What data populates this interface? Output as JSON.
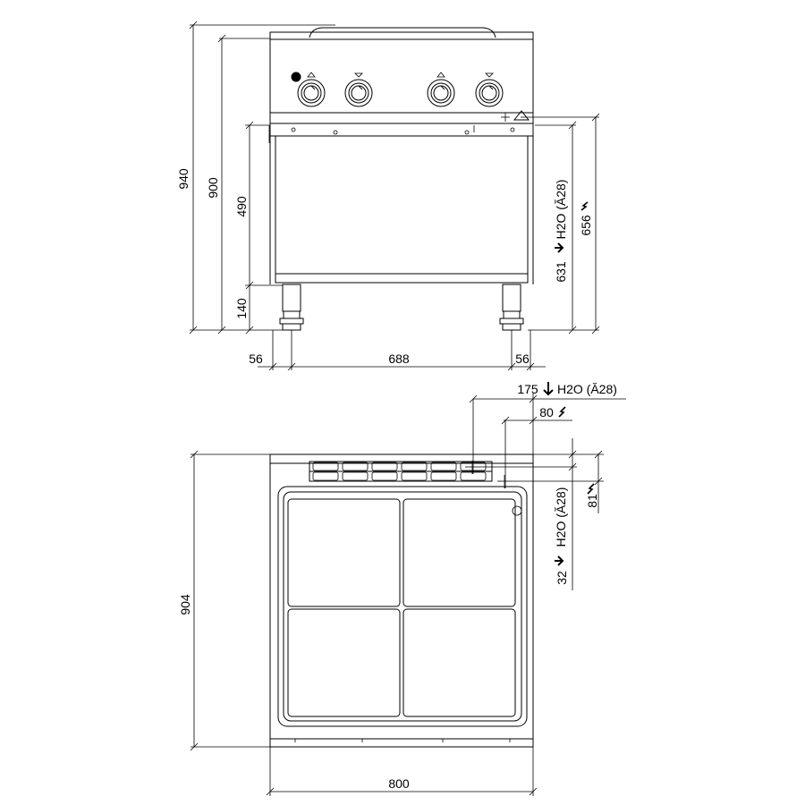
{
  "front_view": {
    "dim_total_height": "940",
    "dim_body_height": "900",
    "dim_cabinet_height": "490",
    "dim_leg_height": "140",
    "dim_left_offset": "56",
    "dim_leg_span": "688",
    "dim_right_offset": "56",
    "dim_water_height": "631",
    "water_label": "H2O (Ă28)",
    "dim_power_height": "656"
  },
  "top_view": {
    "dim_depth": "904",
    "dim_width": "800",
    "dim_water_x": "175",
    "water_label_top": "H2O (Ă28)",
    "dim_power_x": "80",
    "dim_power_y": "81",
    "dim_water_y": "32",
    "water_label_side": "H2O (Ă28)"
  },
  "icons": {
    "arrow": "down-arrow-icon",
    "power": "lightning-icon"
  }
}
